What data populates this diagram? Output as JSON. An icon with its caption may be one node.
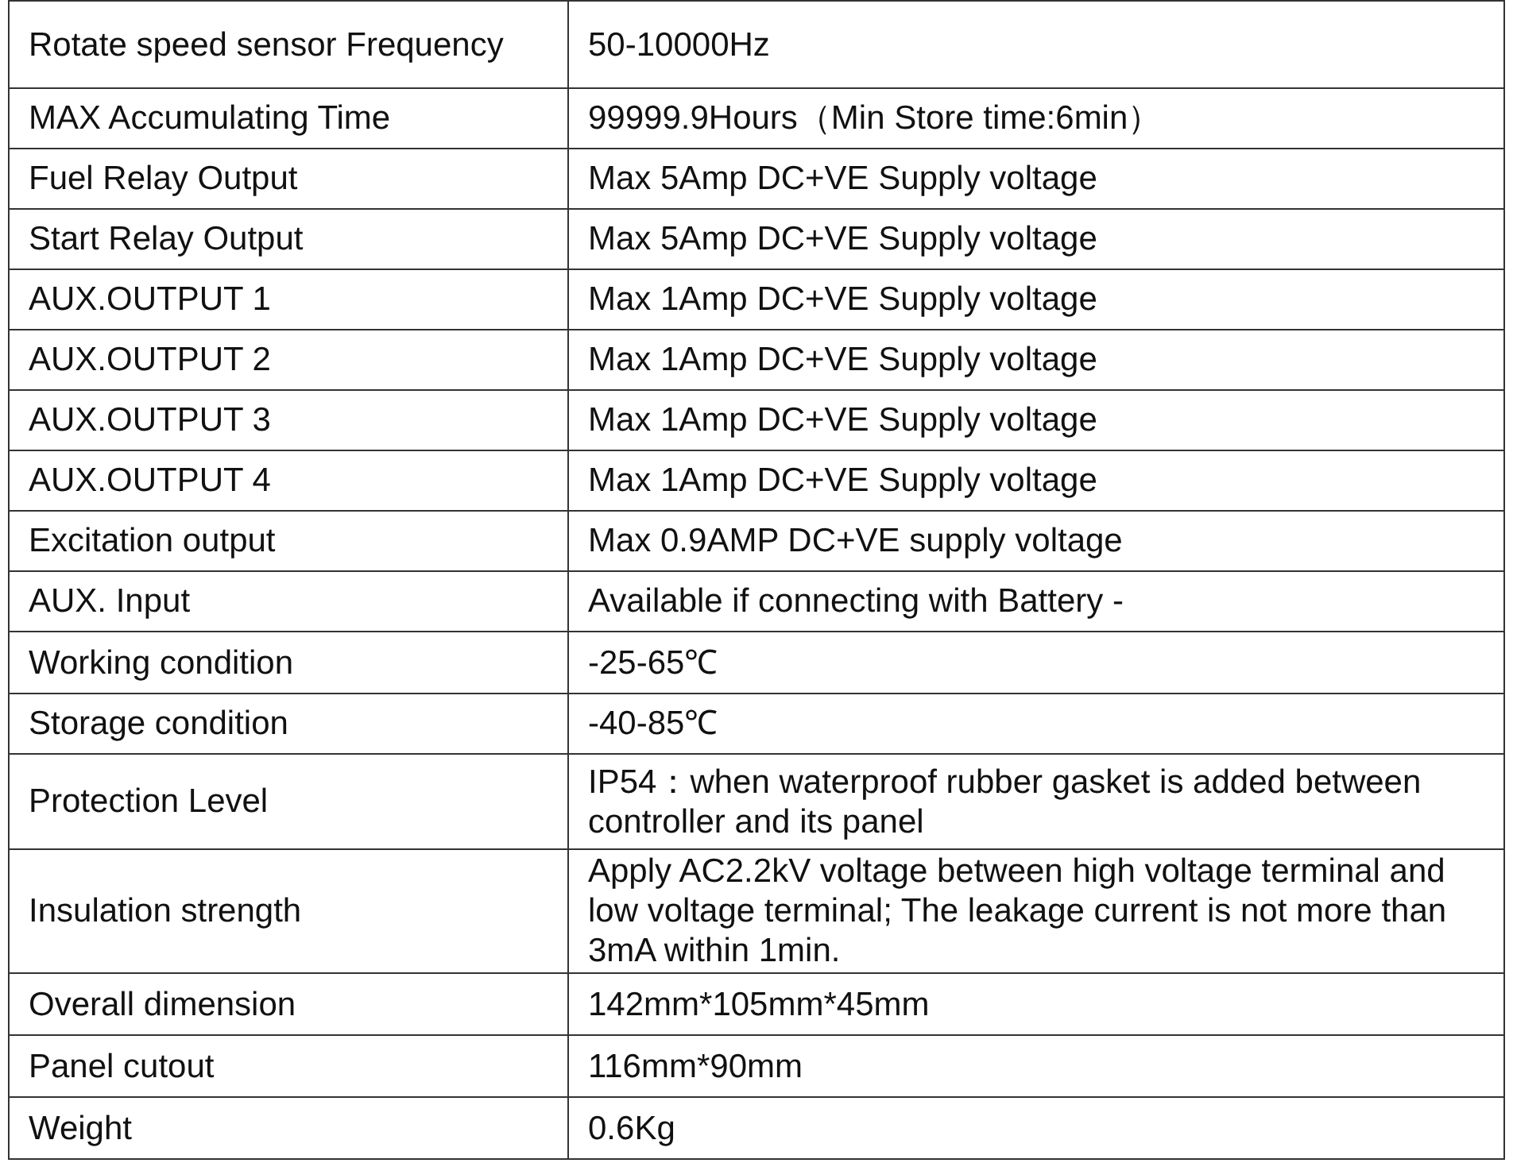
{
  "diagram": {
    "labels": [
      "Rotate speed sensor Frequency",
      "50-10000Hz",
      "MAX Accumulating Time",
      "99999.9Hours（Min Store time:6min）",
      "Fuel Relay Output",
      "Max 5Amp DC+VE Supply voltage",
      "Start Relay Output",
      "Max 5Amp DC+VE Supply voltage",
      "AUX.OUTPUT 1",
      "Max 1Amp DC+VE Supply voltage",
      "AUX.OUTPUT 2",
      "Max 1Amp DC+VE Supply voltage",
      "AUX.OUTPUT 3",
      "Max 1Amp DC+VE Supply voltage",
      "AUX.OUTPUT 4",
      "Max 1Amp DC+VE Supply voltage",
      "Excitation output",
      "Max 0.9AMP DC+VE supply voltage",
      "AUX. Input",
      "Available if connecting with Battery -",
      "Working condition",
      "-25-65℃",
      "Storage condition",
      "-40-85℃",
      "Protection Level",
      "IP54：when waterproof rubber gasket is added between controller and its panel",
      "Insulation strength",
      "Apply AC2.2kV voltage between high voltage terminal and low voltage terminal; The leakage current is not more than 3mA within 1min.",
      "Overall dimension",
      "142mm*105mm*45mm",
      "Panel cutout",
      "116mm*90mm",
      "Weight",
      "0.6Kg"
    ]
  }
}
